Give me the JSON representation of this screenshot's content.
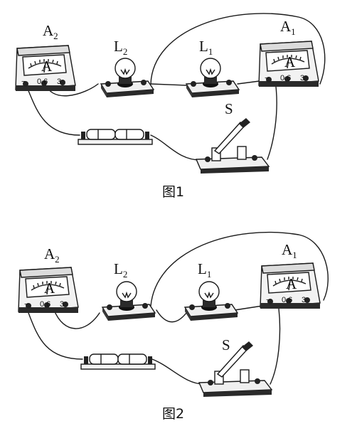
{
  "figures": [
    {
      "caption": "图1",
      "ammeter_a2": {
        "name": "A",
        "sub": "2",
        "unit": "A",
        "terminals": [
          "−",
          "0.6",
          "3"
        ]
      },
      "lamp_l2": {
        "name": "L",
        "sub": "2"
      },
      "lamp_l1": {
        "name": "L",
        "sub": "1"
      },
      "ammeter_a1": {
        "name": "A",
        "sub": "1",
        "unit": "A",
        "terminals": [
          "−",
          "0.6",
          "3"
        ]
      },
      "switch": {
        "name": "S"
      }
    },
    {
      "caption": "图2",
      "ammeter_a2": {
        "name": "A",
        "sub": "2",
        "unit": "A",
        "terminals": [
          "−",
          "0.6",
          "3"
        ]
      },
      "lamp_l2": {
        "name": "L",
        "sub": "2"
      },
      "lamp_l1": {
        "name": "L",
        "sub": "1"
      },
      "ammeter_a1": {
        "name": "A",
        "sub": "1",
        "unit": "A",
        "terminals": [
          "−",
          "0.6",
          "3"
        ]
      },
      "switch": {
        "name": "S"
      }
    }
  ],
  "colors": {
    "ink": "#1a1a1a",
    "paper": "#ffffff"
  }
}
